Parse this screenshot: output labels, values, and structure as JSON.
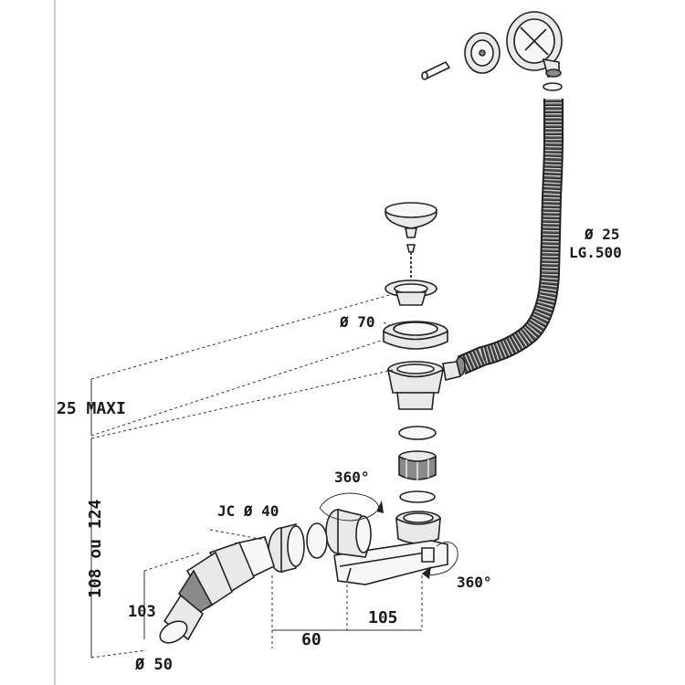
{
  "colors": {
    "line": "#222222",
    "metal_fill": "#e9e9e9",
    "shade": "#8a8a8a",
    "background": "#ffffff"
  },
  "labels": {
    "overflow_hose": "Ø 25",
    "hose_length": "LG.500",
    "waste_outlet_diameter": "Ø 70",
    "max_thickness": "25 MAXI",
    "height_range": "108 ou 124",
    "rotation_top": "360°",
    "rotation_right": "360°",
    "joint": "JC Ø 40",
    "outlet_length": "103",
    "outlet_diameter": "Ø 50",
    "dim_60": "60",
    "dim_105": "105"
  }
}
